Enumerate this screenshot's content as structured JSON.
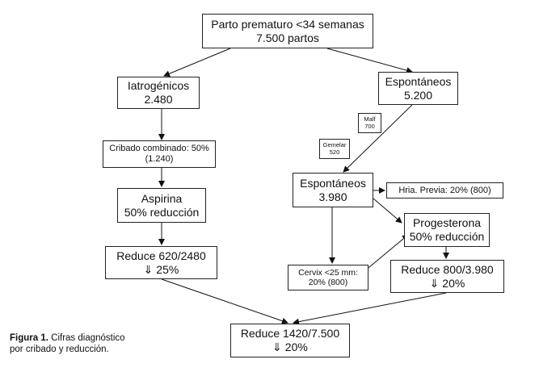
{
  "nodes": {
    "root": {
      "line1": "Parto prematuro <34 semanas",
      "line2": "7.500 partos"
    },
    "iatrogenic": {
      "line1": "Iatrogénicos",
      "line2": "2.480"
    },
    "spontaneous_top": {
      "line1": "Espontáneos",
      "line2": "5.200"
    },
    "malf": {
      "line1": "Malf",
      "line2": "700"
    },
    "gemelar": {
      "line1": "Gemelar",
      "line2": "520"
    },
    "screening": {
      "line1": "Cribado combinado: 50%",
      "line2": "(1.240)"
    },
    "aspirin": {
      "line1": "Aspirina",
      "line2": "50% reducción"
    },
    "reduce_aspirin": {
      "line1": "Reduce 620/2480",
      "arrow": "⇓",
      "line2": "25%"
    },
    "spontaneous_mid": {
      "line1": "Espontáneos",
      "line2": "3.980"
    },
    "previa": {
      "text": "Hria. Previa: 20% (800)"
    },
    "progesterone": {
      "line1": "Progesterona",
      "line2": "50% reducción"
    },
    "cervix": {
      "line1": "Cervix <25 mm:",
      "line2": "20% (800)"
    },
    "reduce_prog": {
      "line1": "Reduce 800/3.980",
      "arrow": "⇓",
      "line2": "20%"
    },
    "reduce_total": {
      "line1": "Reduce 1420/7.500",
      "arrow": "⇓",
      "line2": "20%"
    }
  },
  "caption": {
    "label": "Figura 1.",
    "text1": "Cifras diagnóstico",
    "text2": "por cribado y reducción."
  }
}
